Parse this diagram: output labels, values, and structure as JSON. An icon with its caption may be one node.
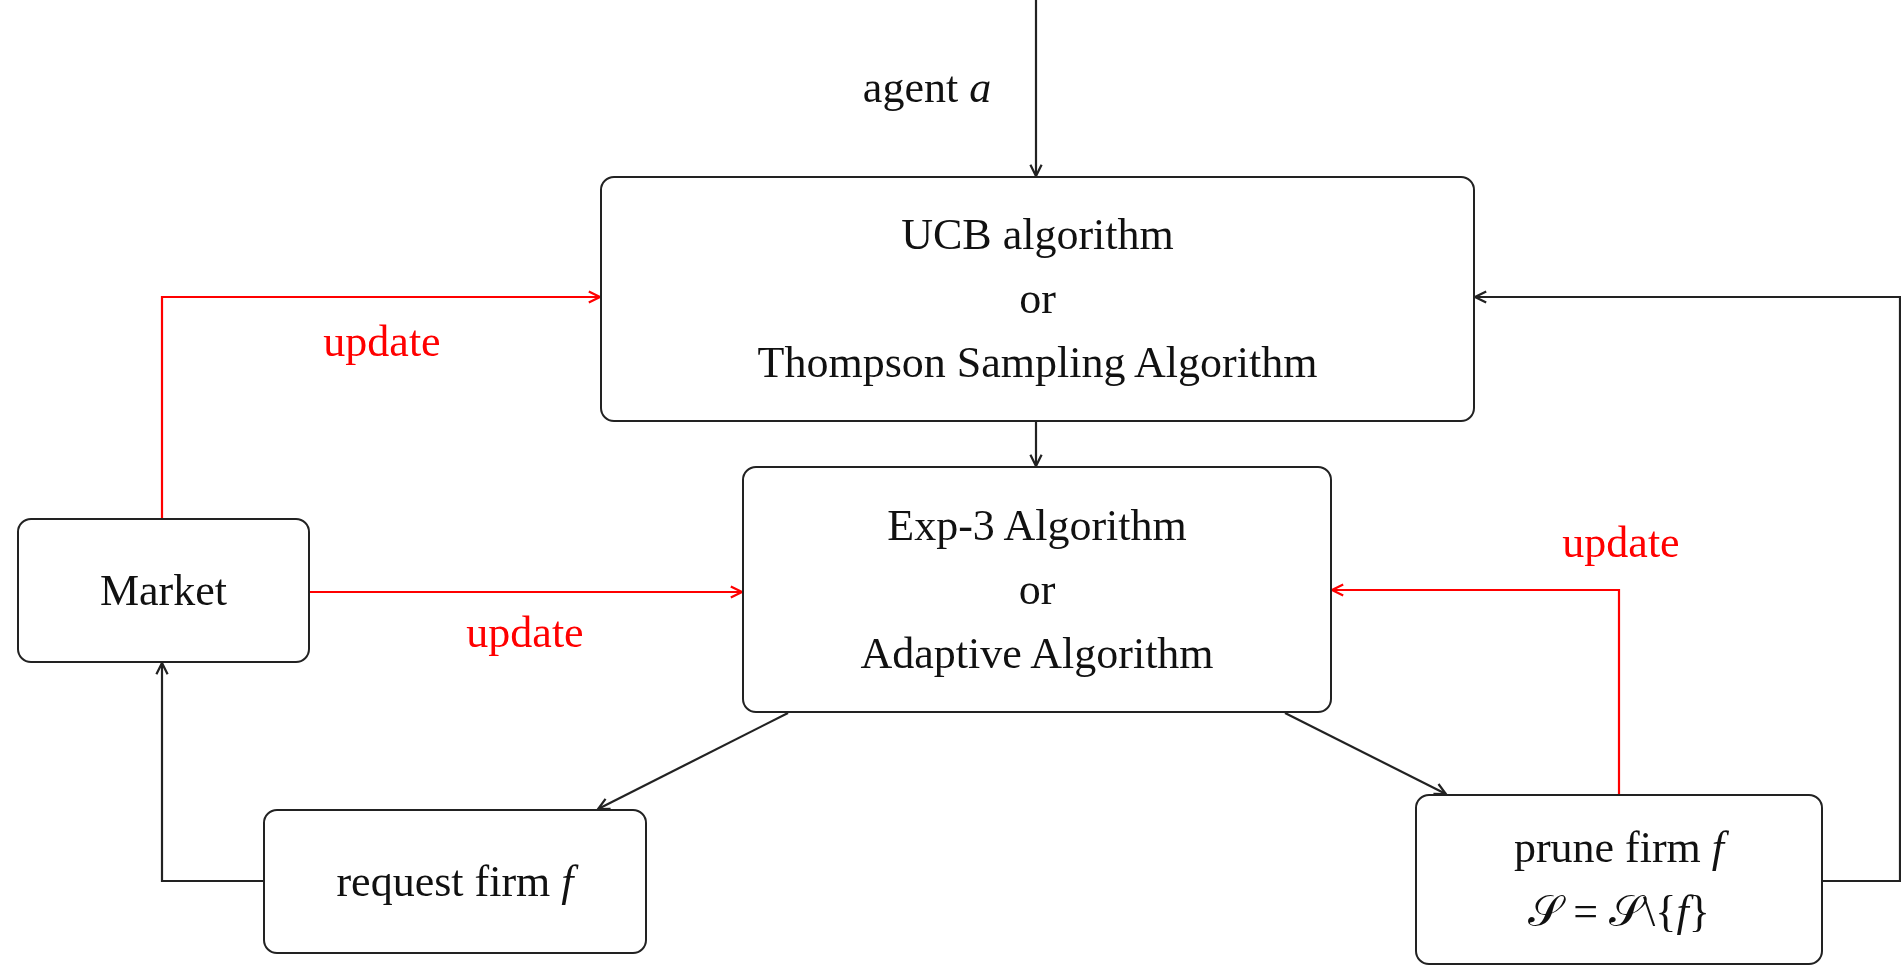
{
  "diagram": {
    "nodes": [
      {
        "text": [
          "UCB algorithm",
          "or",
          "Thompson Sampling Algorithm"
        ]
      },
      {
        "text": [
          "Exp-3 Algorithm",
          "or",
          "Adaptive Algorithm"
        ]
      },
      {
        "text": [
          "Market"
        ]
      },
      {
        "text": [
          "request firm *f*"
        ]
      },
      {
        "text": [
          "prune firm *f*",
          "𝒮 = 𝒮\\{*f*}"
        ]
      }
    ],
    "edges": [
      {
        "from": null,
        "to": 0,
        "arrow": "to",
        "label": "agent *a*"
      },
      {
        "from": 0,
        "to": 1,
        "arrow": "to"
      },
      {
        "from": 1,
        "to": 3,
        "arrow": "to"
      },
      {
        "from": 1,
        "to": 4,
        "arrow": "to"
      },
      {
        "from": 3,
        "to": 2,
        "arrow": "to"
      },
      {
        "from": 2,
        "to": 0,
        "arrow": "to",
        "label": "update",
        "color": "#ff0000"
      },
      {
        "from": 2,
        "to": 1,
        "arrow": "to",
        "label": "update",
        "color": "#ff0000"
      },
      {
        "from": 4,
        "to": 1,
        "arrow": "to",
        "label": "update",
        "color": "#ff0000"
      },
      {
        "from": 4,
        "to": 0,
        "arrow": "to"
      }
    ]
  }
}
